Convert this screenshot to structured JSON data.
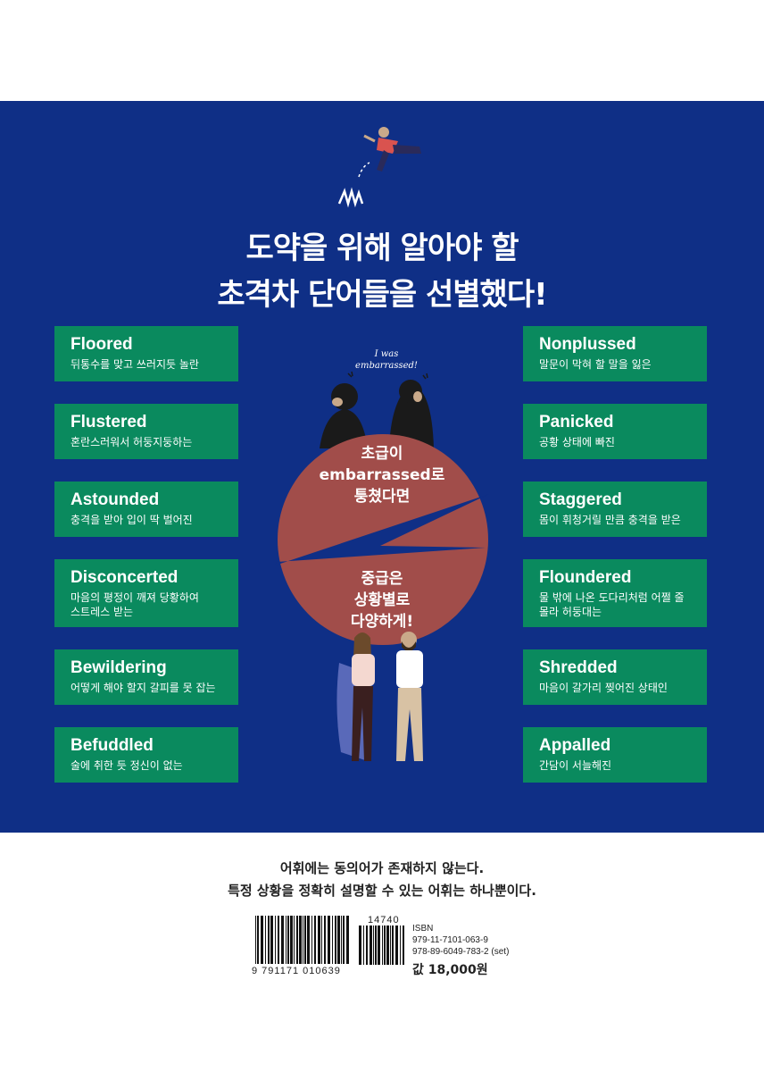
{
  "headline": {
    "line1": "도약을 위해 알아야 할",
    "line2": "초격차 단어들을 선별했다!"
  },
  "speech_bubble": "I was\nembarrassed!",
  "left_cards": [
    {
      "word": "Floored",
      "meaning": "뒤통수를 맞고 쓰러지듯 놀란"
    },
    {
      "word": "Flustered",
      "meaning": "혼란스러워서 허둥지둥하는"
    },
    {
      "word": "Astounded",
      "meaning": "충격을 받아 입이 딱 벌어진"
    },
    {
      "word": "Disconcerted",
      "meaning": "마음의 평정이 깨져 당황하여\n스트레스 받는"
    },
    {
      "word": "Bewildering",
      "meaning": "어떻게 해야 할지 갈피를 못 잡는"
    },
    {
      "word": "Befuddled",
      "meaning": "술에 취한 듯 정신이 없는"
    }
  ],
  "right_cards": [
    {
      "word": "Nonplussed",
      "meaning": "말문이 막혀 할 말을 잃은"
    },
    {
      "word": "Panicked",
      "meaning": "공황 상태에 빠진"
    },
    {
      "word": "Staggered",
      "meaning": "몸이 휘청거릴 만큼 충격을 받은"
    },
    {
      "word": "Floundered",
      "meaning": "물 밖에 나온 도다리처럼 어쩔 줄\n몰라 허둥대는"
    },
    {
      "word": "Shredded",
      "meaning": "마음이 갈가리 찢어진 상태인"
    },
    {
      "word": "Appalled",
      "meaning": "간담이 서늘해진"
    }
  ],
  "circle": {
    "top_text": "초급이\nembarrassed로\n퉁쳤다면",
    "bottom_text": "중급은\n상황별로\n다양하게!"
  },
  "bottom": {
    "line1": "어휘에는 동의어가 존재하지 않는다.",
    "line2": "특정 상황을 정확히 설명할 수 있는 어휘는 하나뿐이다."
  },
  "barcode": {
    "main_number": "9 791171 010639",
    "addon_number": "14740",
    "isbn_label": "ISBN",
    "isbn1": "979-11-7101-063-9",
    "isbn2": "978-89-6049-783-2 (set)",
    "price": "값 18,000원"
  },
  "colors": {
    "panel": "#0f2f86",
    "card": "#0a8a5e",
    "circle": "#a14d4a"
  }
}
